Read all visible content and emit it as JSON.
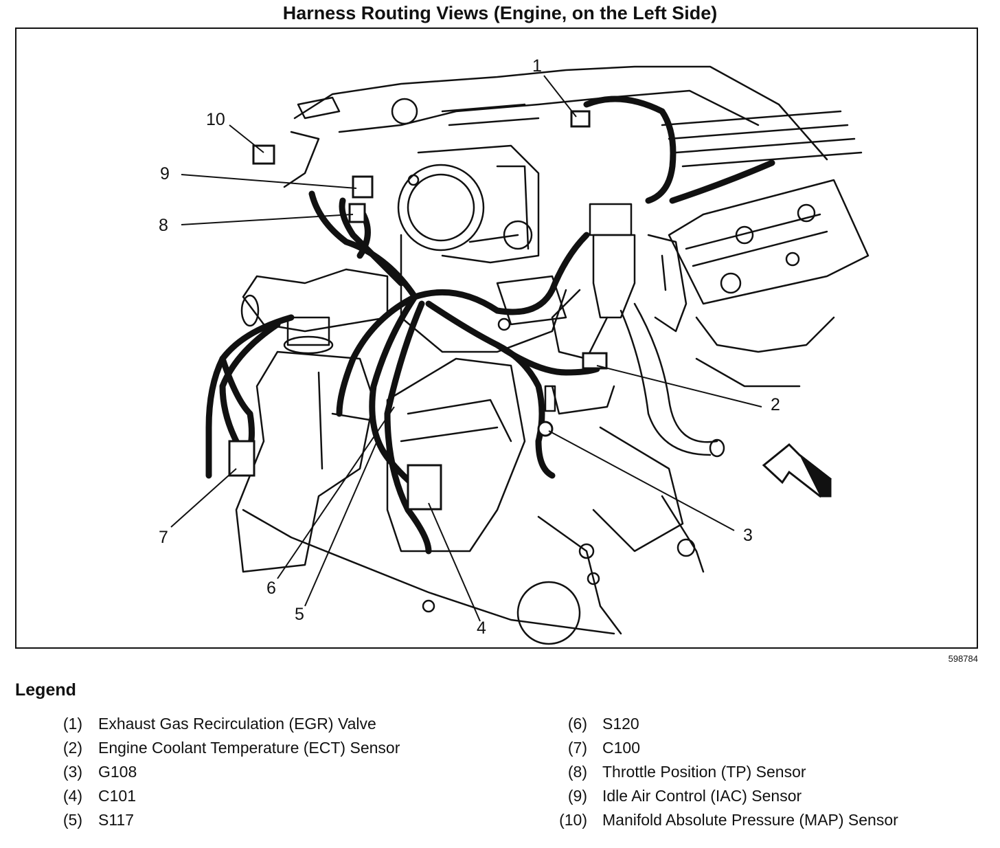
{
  "title": "Harness Routing Views (Engine, on the Left Side)",
  "figure_id": "598784",
  "legend": {
    "heading": "Legend",
    "items": [
      {
        "num": "(1)",
        "text": "Exhaust Gas Recirculation (EGR) Valve"
      },
      {
        "num": "(2)",
        "text": "Engine Coolant Temperature (ECT) Sensor"
      },
      {
        "num": "(3)",
        "text": "G108"
      },
      {
        "num": "(4)",
        "text": "C101"
      },
      {
        "num": "(5)",
        "text": "S117"
      },
      {
        "num": "(6)",
        "text": "S120"
      },
      {
        "num": "(7)",
        "text": "C100"
      },
      {
        "num": "(8)",
        "text": "Throttle Position (TP) Sensor"
      },
      {
        "num": "(9)",
        "text": "Idle Air Control (IAC) Sensor"
      },
      {
        "num": "(10)",
        "text": "Manifold Absolute Pressure (MAP) Sensor"
      }
    ]
  },
  "callouts": [
    "1",
    "2",
    "3",
    "4",
    "5",
    "6",
    "7",
    "8",
    "9",
    "10"
  ]
}
